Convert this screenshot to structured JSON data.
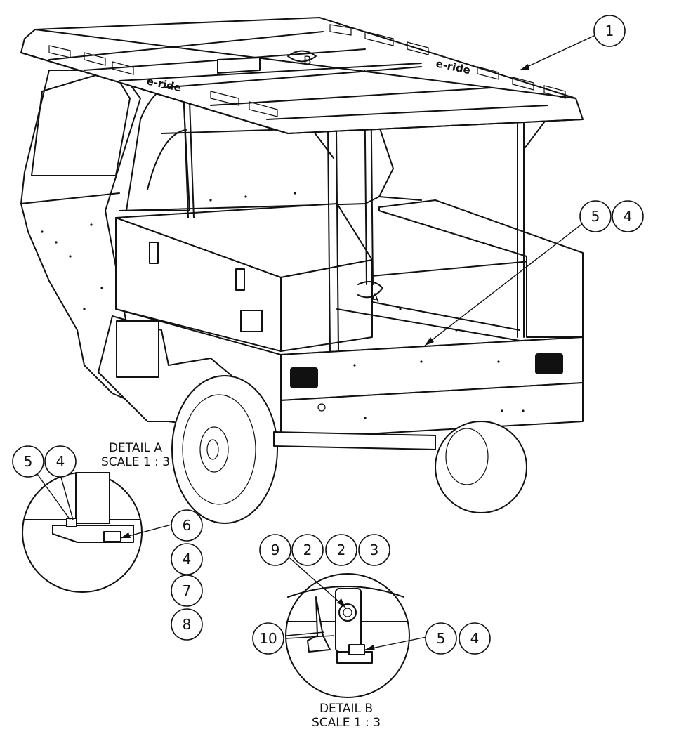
{
  "logos": {
    "left_logo": "e-ride",
    "right_logo": "e-ride"
  },
  "views": {
    "view_a_letter": "A",
    "view_b_letter": "B"
  },
  "details": {
    "detail_a_title": "DETAIL A",
    "detail_a_scale": "SCALE 1 : 3",
    "detail_b_title": "DETAIL B",
    "detail_b_scale": "SCALE 1 : 3"
  },
  "balloons": {
    "main_1": "1",
    "main_5": "5",
    "main_4": "4",
    "a_5": "5",
    "a_4": "4",
    "a_6": "6",
    "a_4b": "4",
    "a_7": "7",
    "a_8": "8",
    "b_9": "9",
    "b_2a": "2",
    "b_2b": "2",
    "b_3": "3",
    "b_10": "10",
    "b_5": "5",
    "b_4": "4"
  }
}
